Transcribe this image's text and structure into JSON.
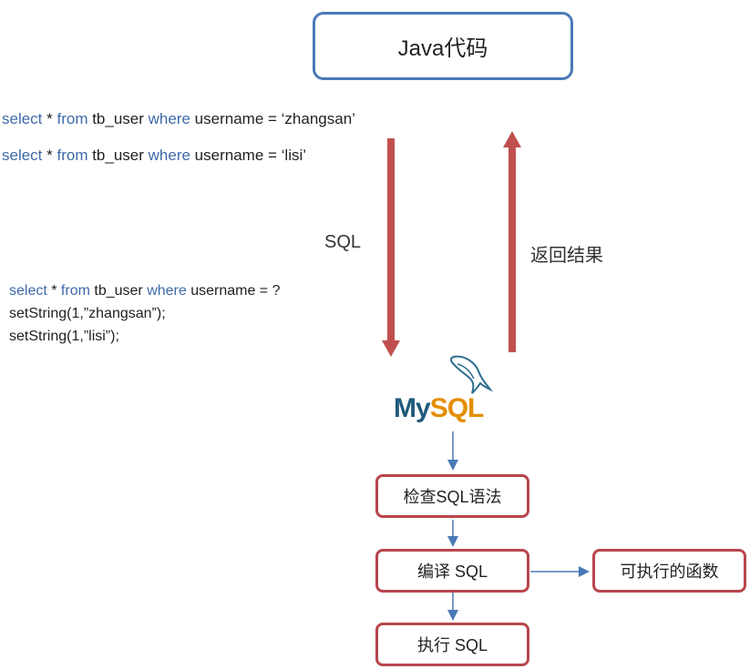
{
  "java_box": {
    "label": "Java代码"
  },
  "sql_examples": [
    {
      "kw1": "select",
      "mid1": " * ",
      "kw2": "from",
      "mid2": " tb_user ",
      "kw3": "where",
      "rest": " username = ‘zhangsan’"
    },
    {
      "kw1": "select",
      "mid1": " * ",
      "kw2": "from",
      "mid2": " tb_user ",
      "kw3": "where",
      "rest": " username = ‘lisi’"
    }
  ],
  "prepared": {
    "query": {
      "kw1": "select",
      "mid1": " * ",
      "kw2": "from",
      "mid2": " tb_user ",
      "kw3": "where",
      "rest": " username = ?"
    },
    "lines": [
      "setString(1,”zhangsan”);",
      "setString(1,”lisi”);"
    ]
  },
  "arrows": {
    "down_label": "SQL",
    "up_label": "返回结果"
  },
  "mysql_logo": {
    "text_my": "My",
    "text_sql": "SQL"
  },
  "steps": {
    "check": "检查SQL语法",
    "compile": "编译 SQL",
    "execute": "执行 SQL",
    "result": "可执行的函数"
  },
  "colors": {
    "blue": "#4a79b7",
    "red": "#b8464d",
    "keyword": "#3f6aa8"
  }
}
